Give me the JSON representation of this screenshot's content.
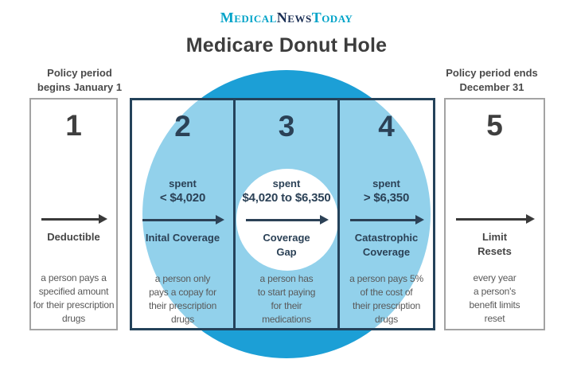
{
  "brand": {
    "medical": "Medical",
    "news": "News",
    "today": "Today"
  },
  "title": "Medicare Donut Hole",
  "annotations": {
    "left": "Policy period\nbegins January 1",
    "right": "Policy period ends\nDecember 31"
  },
  "columns": [
    {
      "number": "1",
      "spent_label": "",
      "spent_value": "",
      "label": "Deductible",
      "description": "a person pays a\nspecified amount\nfor their prescription\ndrugs"
    },
    {
      "number": "2",
      "spent_label": "spent",
      "spent_value": "< $4,020",
      "label": "Inital Coverage",
      "description": "a person only\npays a copay for\ntheir prescription\ndrugs"
    },
    {
      "number": "3",
      "spent_label": "spent",
      "spent_value": "$4,020 to $6,350",
      "label": "Coverage\nGap",
      "description": "a person has\nto start paying\nfor their\nmedications"
    },
    {
      "number": "4",
      "spent_label": "spent",
      "spent_value": "> $6,350",
      "label": "Catastrophic\nCoverage",
      "description": "a person pays 5%\nof the cost of\ntheir prescription\ndrugs"
    },
    {
      "number": "5",
      "spent_label": "",
      "spent_value": "",
      "label": "Limit\nResets",
      "description": "every year\na person's\nbenefit limits\nreset"
    }
  ],
  "colors": {
    "donut_blue": "#1C9FD6",
    "box_tint_blue": "#8FC9E8",
    "navy_border": "#24425A",
    "navy_text": "#2B4156",
    "gray_border": "#A3A3A3",
    "body_text_gray": "#595959",
    "brand_teal": "#00A3C8",
    "brand_navy": "#1B2F55",
    "title_gray": "#3D3D3D"
  }
}
